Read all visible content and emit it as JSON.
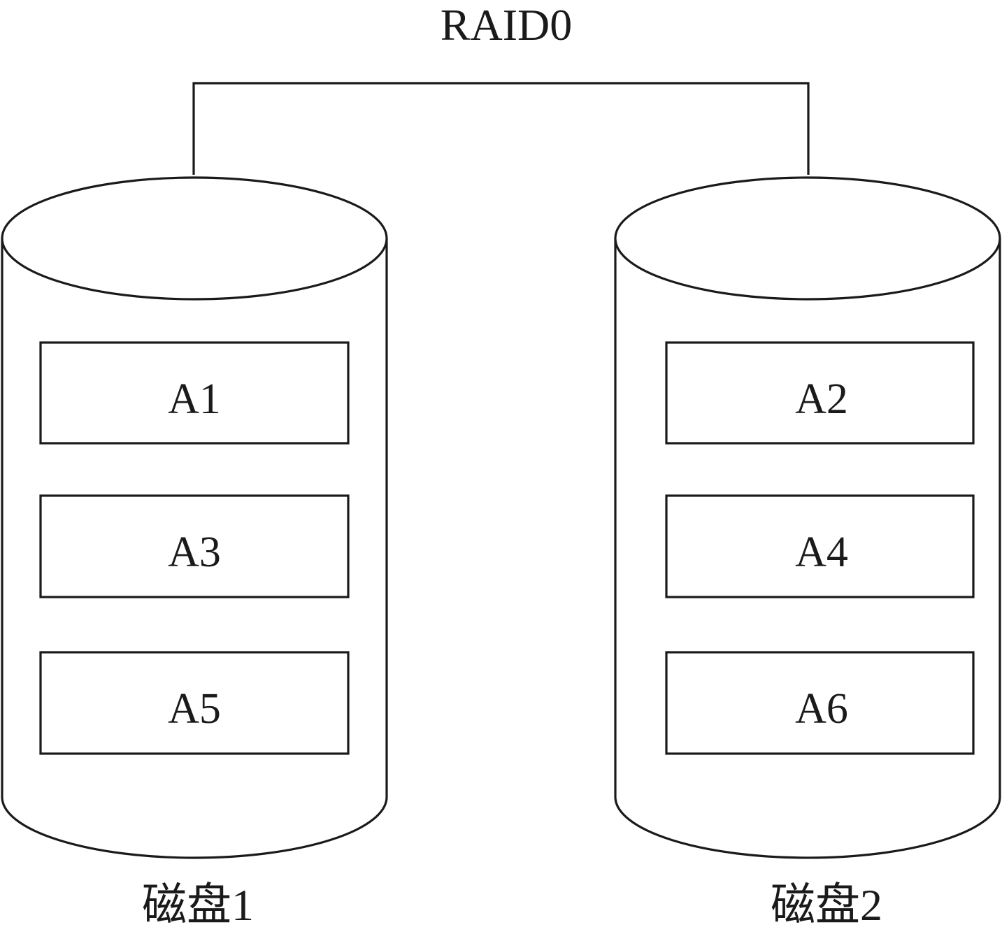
{
  "diagram": {
    "title": "RAID0",
    "disks": [
      {
        "label": "磁盘1",
        "blocks": [
          "A1",
          "A3",
          "A5"
        ]
      },
      {
        "label": "磁盘2",
        "blocks": [
          "A2",
          "A4",
          "A6"
        ]
      }
    ]
  }
}
